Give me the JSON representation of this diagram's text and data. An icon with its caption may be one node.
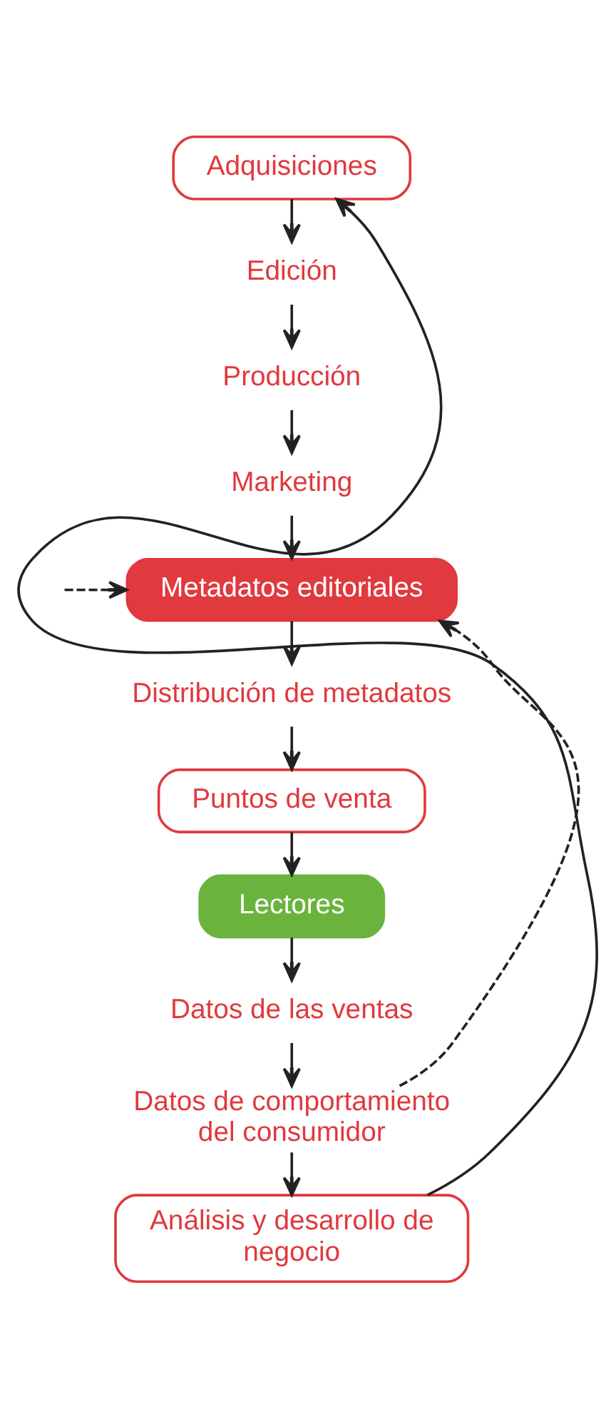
{
  "diagram": {
    "nodes": [
      {
        "text": [
          "Adquisiciones"
        ]
      },
      {
        "text": [
          "Edición"
        ]
      },
      {
        "text": [
          "Producción"
        ]
      },
      {
        "text": [
          "Marketing"
        ]
      },
      {
        "text": [
          "Metadatos editoriales"
        ]
      },
      {
        "text": [
          "Distribución de metadatos"
        ]
      },
      {
        "text": [
          "Puntos de venta"
        ]
      },
      {
        "text": [
          "Lectores"
        ]
      },
      {
        "text": [
          "Datos de las ventas"
        ]
      },
      {
        "text": [
          "Datos de comportamiento del consumidor"
        ]
      },
      {
        "text": [
          "Análisis y desarrollo de negocio"
        ]
      }
    ],
    "edges": [
      {
        "from": 0,
        "to": 1,
        "arrow": "to"
      },
      {
        "from": 1,
        "to": 2,
        "arrow": "to"
      },
      {
        "from": 2,
        "to": 3,
        "arrow": "to"
      },
      {
        "from": 3,
        "to": 4,
        "arrow": "to"
      },
      {
        "from": 4,
        "to": 5,
        "arrow": "to"
      },
      {
        "from": 5,
        "to": 6,
        "arrow": "to"
      },
      {
        "from": 6,
        "to": 7,
        "arrow": "to"
      },
      {
        "from": 7,
        "to": 8,
        "arrow": "to"
      },
      {
        "from": 8,
        "to": 9,
        "arrow": "to"
      },
      {
        "from": 9,
        "to": 10,
        "arrow": "to"
      },
      {
        "from": 10,
        "to": 0,
        "arrow": "to"
      },
      {
        "from": 9,
        "to": 4,
        "arrow": "to",
        "style": "dashed"
      },
      {
        "from": null,
        "to": 4,
        "arrow": "to",
        "style": "dashed"
      }
    ]
  }
}
